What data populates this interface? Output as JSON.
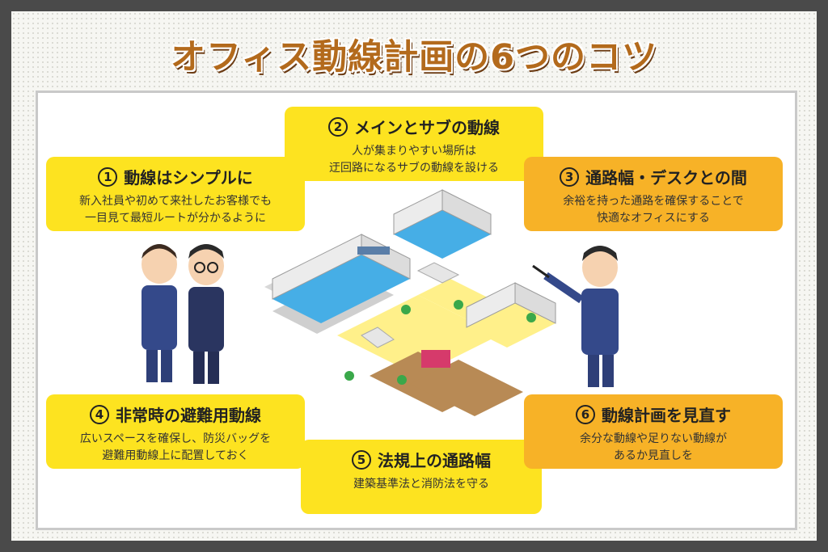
{
  "title": "オフィス動線計画の6つのコツ",
  "tips": [
    {
      "num": "1",
      "heading": "動線はシンプルに",
      "lines": [
        "新入社員や初めて来社したお客様でも",
        "一目見て最短ルートが分かるように"
      ]
    },
    {
      "num": "2",
      "heading": "メインとサブの動線",
      "lines": [
        "人が集まりやすい場所は",
        "迂回路になるサブの動線を設ける"
      ]
    },
    {
      "num": "3",
      "heading": "通路幅・デスクとの間",
      "lines": [
        "余裕を持った通路を確保することで",
        "快適なオフィスにする"
      ]
    },
    {
      "num": "4",
      "heading": "非常時の避難用動線",
      "lines": [
        "広いスペースを確保し、防災バッグを",
        "避難用動線上に配置しておく"
      ]
    },
    {
      "num": "5",
      "heading": "法規上の通路幅",
      "lines": [
        "建築基準法と消防法を守る"
      ]
    },
    {
      "num": "6",
      "heading": "動線計画を見直す",
      "lines": [
        "余分な動線や足りない動線が",
        "あるか見直しを"
      ]
    }
  ],
  "colors": {
    "yellow": "#fde320",
    "orange": "#f7b227",
    "title": "#b36a1c"
  }
}
